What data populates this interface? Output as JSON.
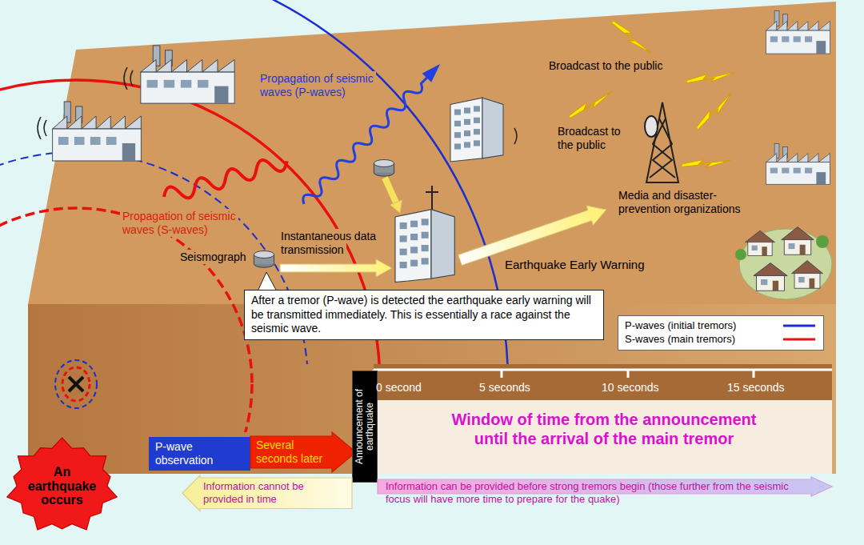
{
  "diagram": {
    "nodes": [
      {
        "text": [
          "After a tremor (P-wave) is detected the earthquake early warning will be transmitted immediately. This is essentially a race against the seismic wave."
        ]
      },
      {
        "text": [
          "An earthquake occurs"
        ]
      },
      {
        "text": [
          "P-wave observation"
        ]
      },
      {
        "text": [
          "Several seconds later"
        ]
      },
      {
        "text": [
          "Announcement of earthquake"
        ]
      },
      {
        "text": [
          "Information cannot be provided in time"
        ]
      },
      {
        "text": [
          "Information can be provided before strong tremors begin (those further from the seismic focus will have more time to prepare for the quake)"
        ]
      }
    ],
    "labels": [
      "Broadcast to the public",
      "Propagation of seismic waves (P-waves)",
      "Broadcast to the public",
      "Media and disaster-prevention organizations",
      "Propagation of seismic waves (S-waves)",
      "Instantaneous data transmission",
      "Earthquake Early Warning",
      "Seismograph",
      "0 second",
      "5 seconds",
      "10 seconds",
      "15 seconds",
      "Window of time from the announcement until the arrival of the main tremor"
    ],
    "legend": [
      {
        "text": "P-waves (initial tremors)"
      },
      {
        "text": "S-waves (main tremors)"
      }
    ]
  }
}
